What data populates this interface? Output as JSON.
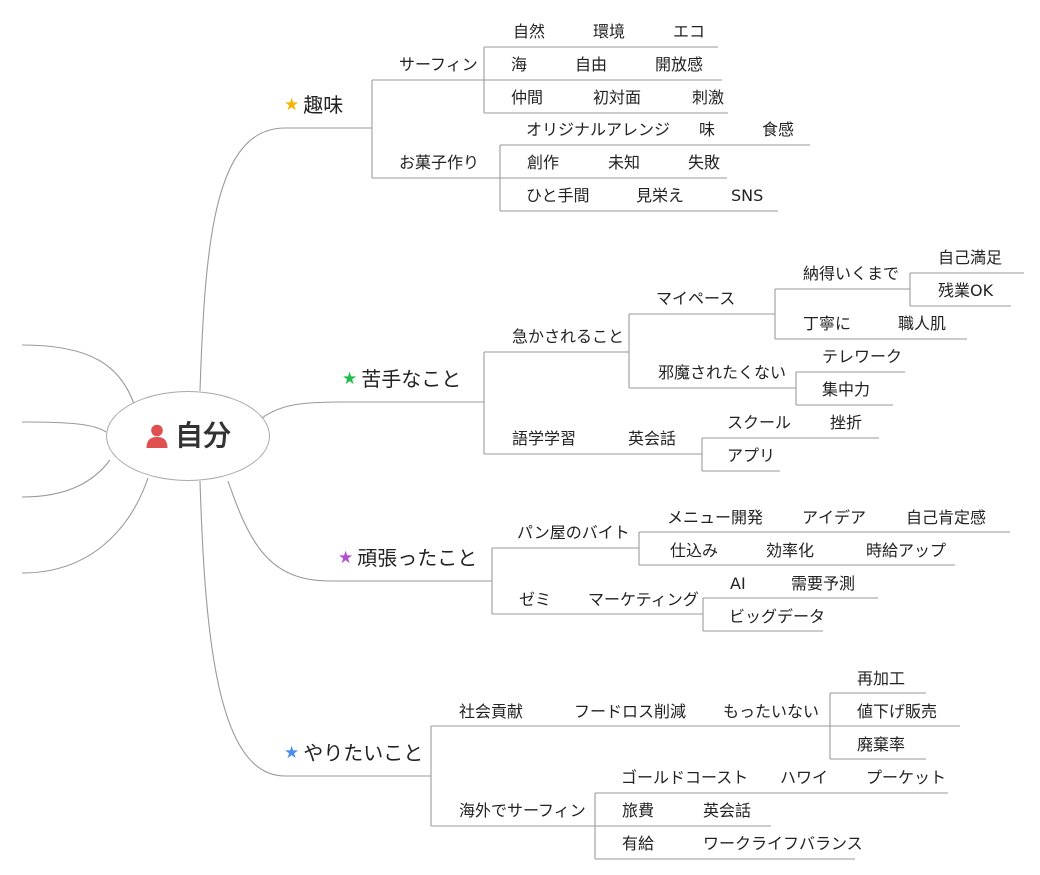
{
  "root": {
    "label": "自分",
    "icon": "person-icon",
    "icon_color": "#e05050"
  },
  "colors": {
    "line": "#9a9a9a",
    "star_hobby": "#f5b400",
    "star_weak": "#1fbf4a",
    "star_effort": "#b34fd0",
    "star_want": "#4a8ef0"
  },
  "branches": {
    "hobby": {
      "label": "趣味",
      "surf": {
        "label": "サーフィン",
        "r1": [
          "自然",
          "環境",
          "エコ"
        ],
        "r2": [
          "海",
          "自由",
          "開放感"
        ],
        "r3": [
          "仲間",
          "初対面",
          "刺激"
        ]
      },
      "sweets": {
        "label": "お菓子作り",
        "r1": [
          "オリジナルアレンジ",
          "味",
          "食感"
        ],
        "r2": [
          "創作",
          "未知",
          "失敗"
        ],
        "r3": [
          "ひと手間",
          "見栄え",
          "SNS"
        ]
      }
    },
    "weak": {
      "label": "苦手なこと",
      "rushed": {
        "label": "急かされること",
        "mypace": {
          "label": "マイペース",
          "satisfied": {
            "label": "納得いくまで",
            "c1": "自己満足",
            "c2": "残業OK"
          },
          "careful": {
            "label": "丁寧に",
            "c1": "職人肌"
          }
        },
        "nodisturb": {
          "label": "邪魔されたくない",
          "c1": "テレワーク",
          "c2": "集中力"
        }
      },
      "lang": {
        "label": "語学学習",
        "sub": "英会話",
        "c1": "スクール",
        "c1b": "挫折",
        "c2": "アプリ"
      }
    },
    "effort": {
      "label": "頑張ったこと",
      "bakery": {
        "label": "パン屋のバイト",
        "r1": [
          "メニュー開発",
          "アイデア",
          "自己肯定感"
        ],
        "r2": [
          "仕込み",
          "効率化",
          "時給アップ"
        ]
      },
      "seminar": {
        "label": "ゼミ",
        "sub": "マーケティング",
        "r1": [
          "AI",
          "需要予測"
        ],
        "r2": "ビッグデータ"
      }
    },
    "want": {
      "label": "やりたいこと",
      "social": {
        "label": "社会貢献",
        "sub1": "フードロス削減",
        "sub2": "もったいない",
        "c": [
          "再加工",
          "値下げ販売",
          "廃棄率"
        ]
      },
      "surfabroad": {
        "label": "海外でサーフィン",
        "r1": [
          "ゴールドコースト",
          "ハワイ",
          "プーケット"
        ],
        "r2": [
          "旅費",
          "英会話"
        ],
        "r3": [
          "有給",
          "ワークライフバランス"
        ]
      }
    }
  }
}
